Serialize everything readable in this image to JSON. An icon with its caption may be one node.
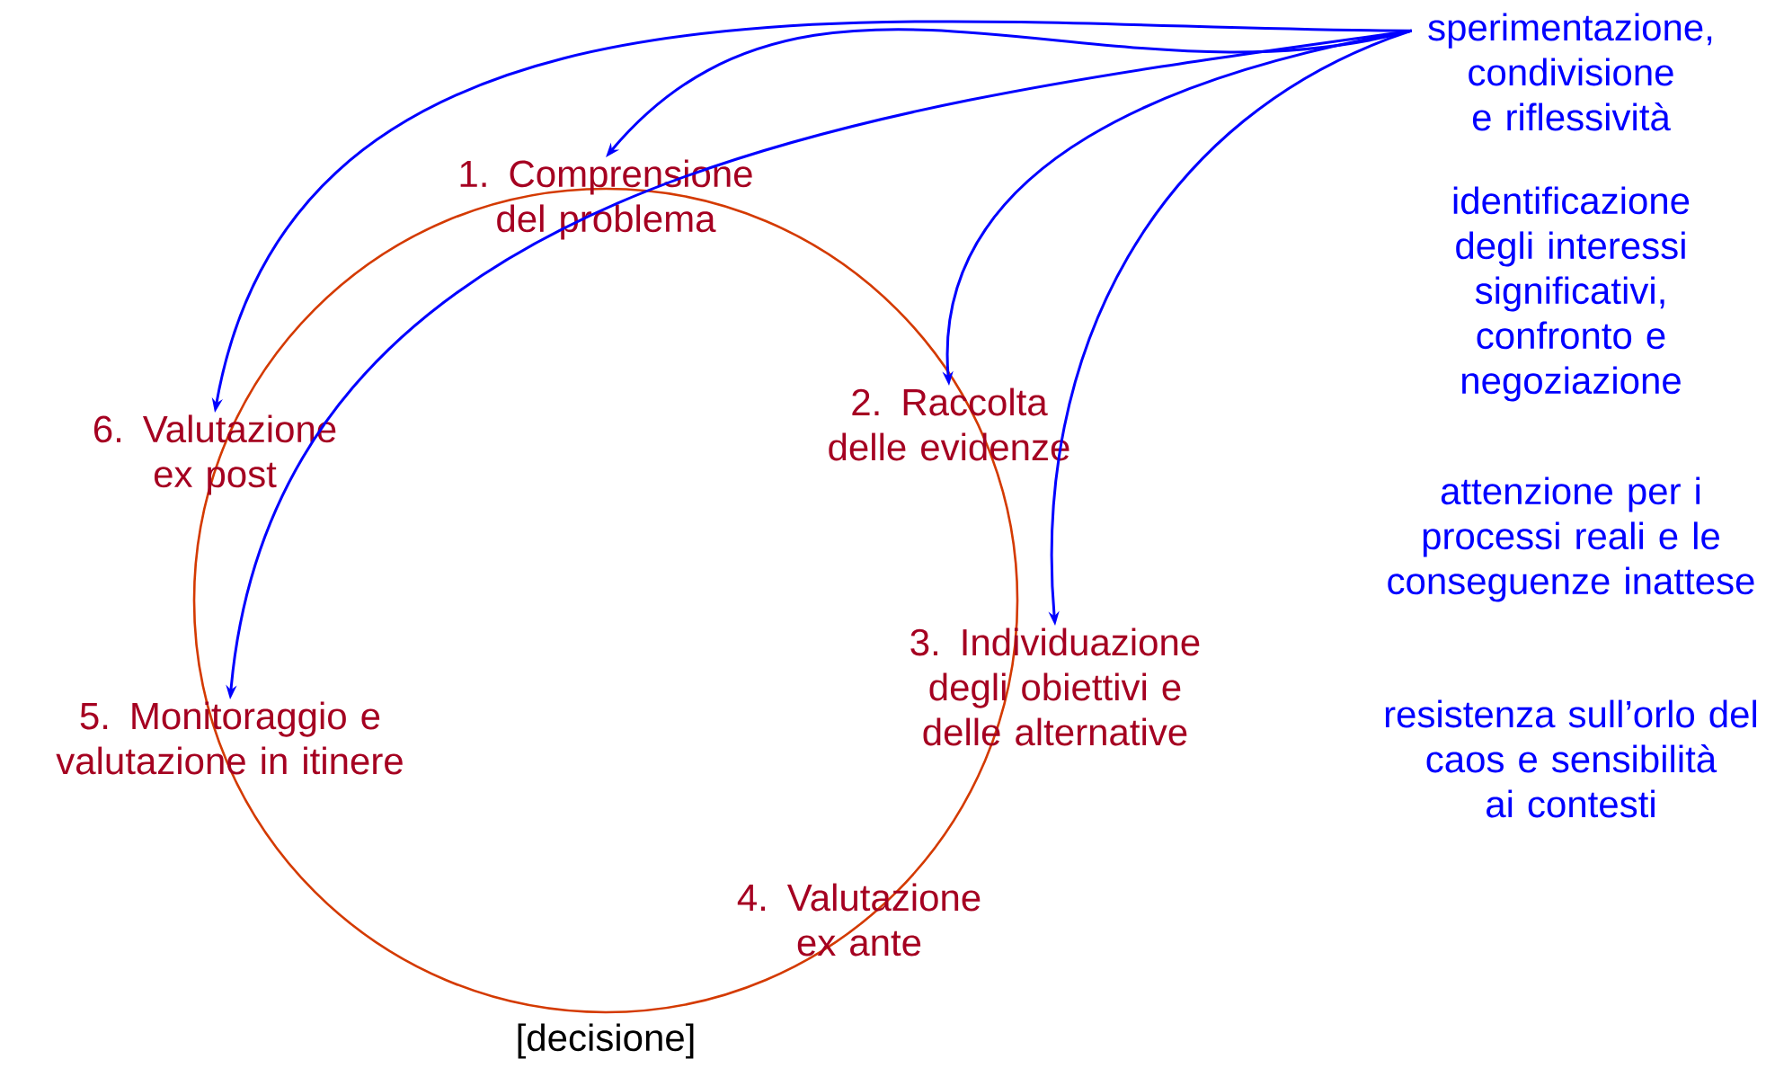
{
  "diagram": {
    "nodes": [
      {
        "text": [
          "1. Comprensione del problema"
        ]
      },
      {
        "text": [
          "2. Raccolta delle evidenze"
        ]
      },
      {
        "text": [
          "3. Individuazione degli obiettivi e delle alternative"
        ]
      },
      {
        "text": [
          "4. Valutazione ex ante"
        ]
      },
      {
        "text": [
          "5. Monitoraggio e valutazione in itinere"
        ]
      },
      {
        "text": [
          "6. Valutazione ex post"
        ]
      },
      {
        "text": [
          "sperimentazione, condivisione e riflessività"
        ]
      },
      {
        "text": [
          "identificazione degli interessi significativi, confronto e negoziazione"
        ]
      },
      {
        "text": [
          "attenzione per i processi reali e le conseguenze inattese"
        ]
      },
      {
        "text": [
          "resistenza sull’orlo del caos e sensibilità ai contesti"
        ]
      }
    ],
    "edges": [
      {
        "from": 6,
        "to": 0,
        "arrow": "to"
      },
      {
        "from": 6,
        "to": 1,
        "arrow": "to"
      },
      {
        "from": 6,
        "to": 2,
        "arrow": "to"
      },
      {
        "from": 6,
        "to": 4,
        "arrow": "to"
      },
      {
        "from": 6,
        "to": 5,
        "arrow": "to"
      }
    ],
    "labels": [
      "[decisione]"
    ]
  }
}
